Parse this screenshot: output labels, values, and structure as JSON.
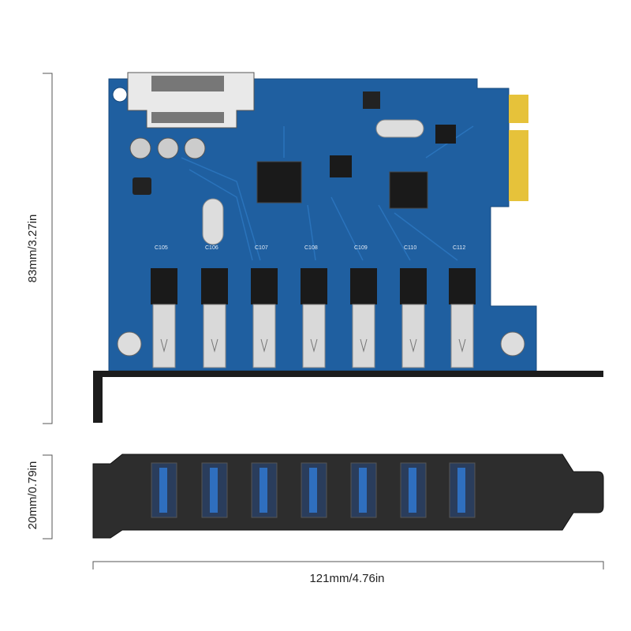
{
  "dimensions": {
    "height": "83mm/3.27in",
    "bracket_height": "20mm/0.79in",
    "length": "121mm/4.76in"
  },
  "pcb_labels": {
    "port_caps": [
      "C105",
      "C106",
      "C107",
      "C108",
      "C109",
      "C110",
      "C112"
    ]
  },
  "colors": {
    "pcb": "#1f5fa0",
    "bracket": "#2b2b2b",
    "usb_blue": "#2f6fbf",
    "gold": "#e6c23a"
  }
}
